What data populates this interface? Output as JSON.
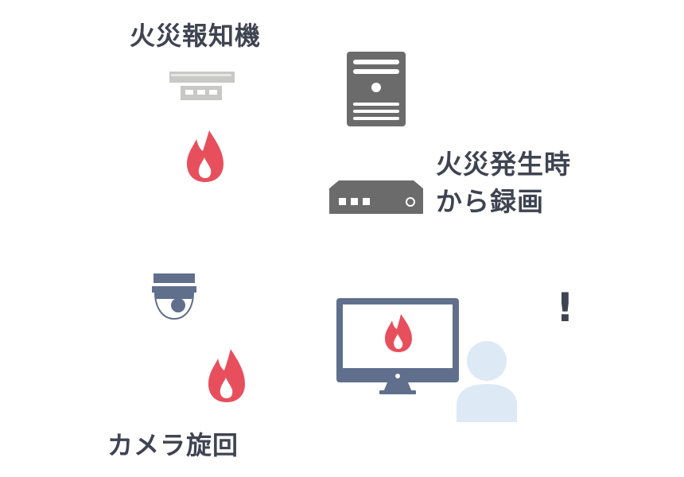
{
  "labels": {
    "fire_detector": "火災報知機",
    "record_line1": "火災発生時",
    "record_line2": "から録画",
    "camera_rotation": "カメラ旋回",
    "alert": "!"
  },
  "colors": {
    "flame": "#e84f5c",
    "text": "#3f4452",
    "device_gray": "#6b6b6b",
    "detector_gray": "#c8c8c4",
    "camera_blue": "#5f6f8c",
    "person": "#dde9f5"
  },
  "icons": [
    "fire-detector-icon",
    "server-icon",
    "recorder-icon",
    "dome-camera-icon",
    "monitor-icon",
    "person-icon",
    "flame-icon"
  ]
}
